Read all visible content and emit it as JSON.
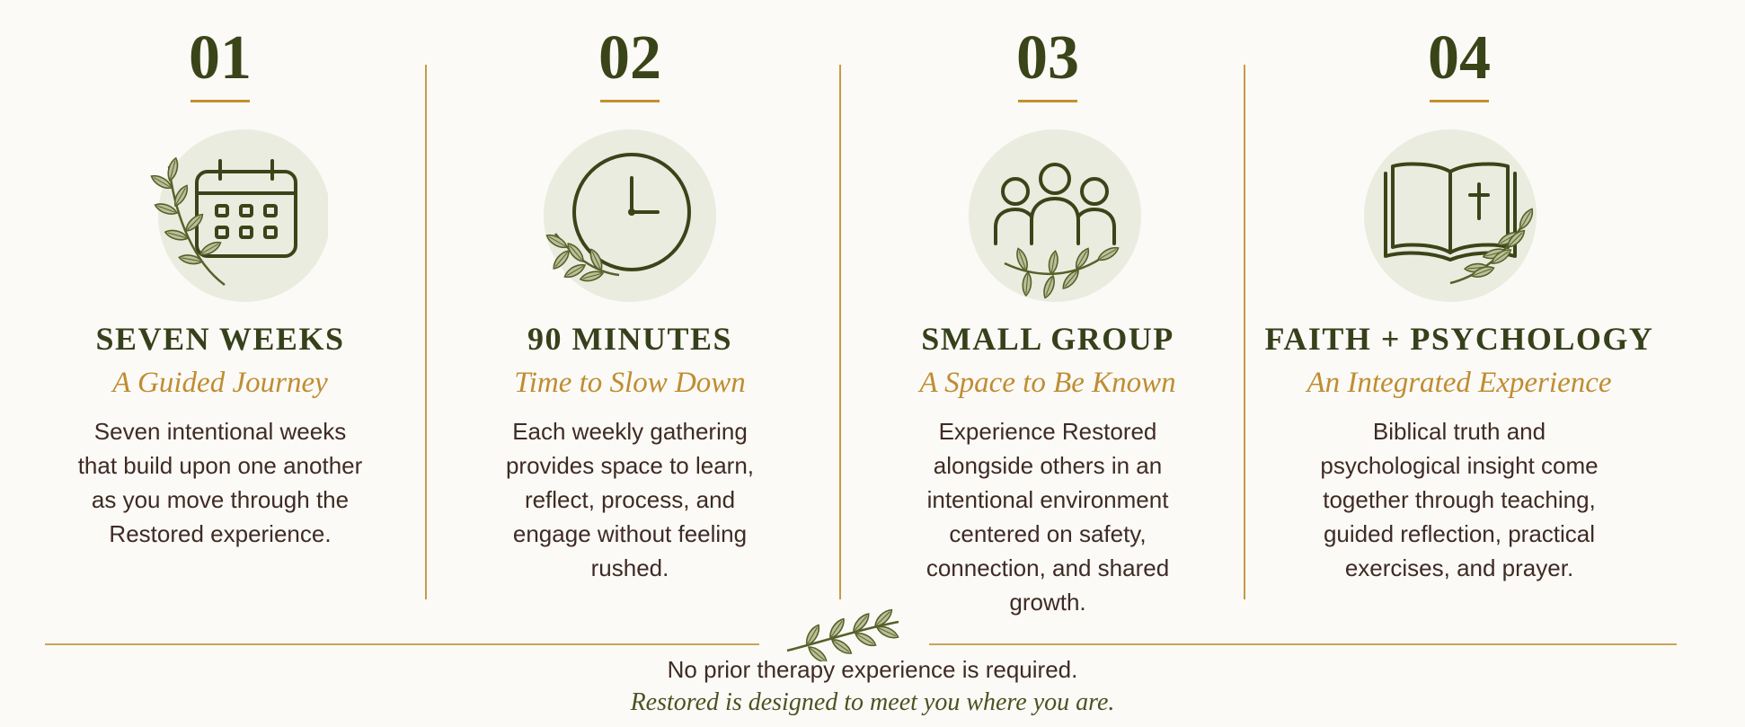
{
  "columns": [
    {
      "number": "01",
      "icon": "calendar-icon",
      "title": "SEVEN WEEKS",
      "subtitle": "A Guided Journey",
      "description": "Seven intentional weeks that build upon one another as you move through the Restored experience."
    },
    {
      "number": "02",
      "icon": "clock-icon",
      "title": "90 MINUTES",
      "subtitle": "Time to Slow Down",
      "description": "Each weekly gathering provides space to learn, reflect, process, and engage without feeling rushed."
    },
    {
      "number": "03",
      "icon": "group-icon",
      "title": "SMALL GROUP",
      "subtitle": "A Space to Be Known",
      "description": "Experience Restored alongside others in an intentional environment centered on safety, connection, and shared growth."
    },
    {
      "number": "04",
      "icon": "bible-icon",
      "title": "FAITH + PSYCHOLOGY",
      "subtitle": "An Integrated Experience",
      "description": "Biblical truth and psychological insight come together through teaching, guided reflection, practical exercises, and prayer."
    }
  ],
  "footer": {
    "line1": "No prior therapy experience is required.",
    "line2": "Restored is designed to meet you where you are."
  },
  "colors": {
    "background": "#fbfaf6",
    "dark_green": "#3a4419",
    "gold": "#c2922d",
    "icon_circle": "#eaecdf",
    "text": "#3f2b24"
  }
}
